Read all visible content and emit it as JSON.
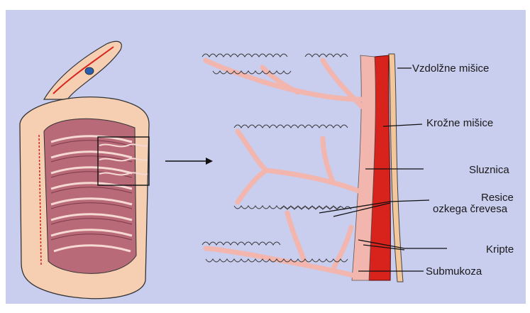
{
  "colors": {
    "background": "#c9cdee",
    "tube_outer": "#f6cfb2",
    "tube_inner": "#b86a78",
    "mucosa": "#f2b6ae",
    "muscle": "#d8221c",
    "villi_outline": "#3a3a3a",
    "pointer_line": "#111111"
  },
  "labels": {
    "vzdolzne": "Vzdolžne mišice",
    "krozne": "Krožne mišice",
    "sluznica": "Sluznica",
    "resice_1": "Resice",
    "resice_2": "ozkega črevesa",
    "kripte": "Kripte",
    "submukoza": "Submukoza"
  }
}
